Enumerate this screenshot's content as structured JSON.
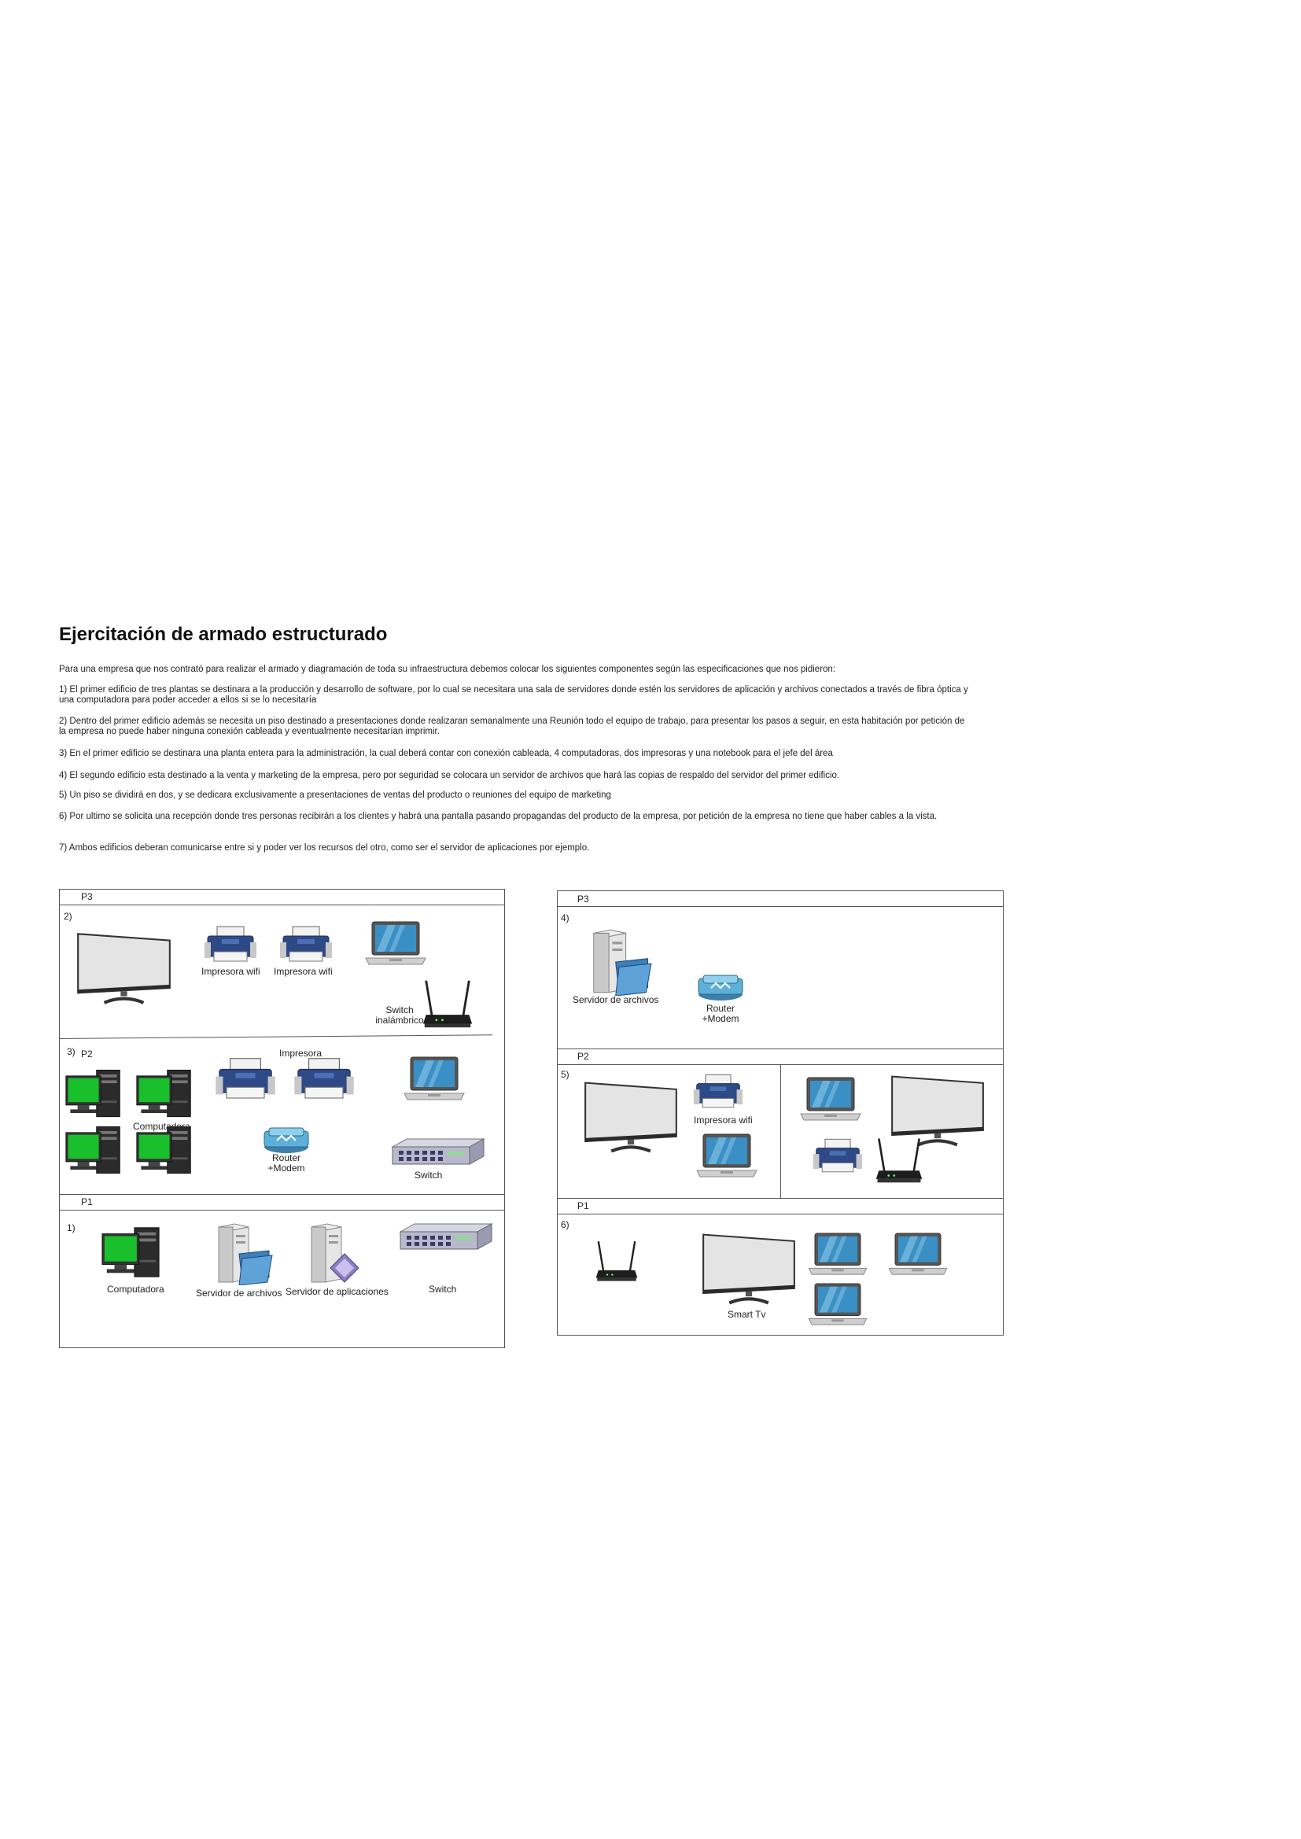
{
  "title": "Ejercitación de armado estructurado",
  "paragraphs": {
    "intro": "Para una empresa que  nos contrató para realizar el armado y diagramación de toda su infraestructura debemos colocar los siguientes componentes según las especificaciones que nos pidieron:",
    "p1": "1) El primer edificio de tres plantas se destinara a la producción y desarrollo de software, por lo cual se necesitara una sala de servidores donde estén los servidores de aplicación y archivos conectados a través de fibra óptica y una computadora para poder acceder a ellos si se lo necesitaría",
    "p2": "2) Dentro del primer edificio además se necesita un piso destinado a presentaciones donde realizaran semanalmente una Reunión todo el equipo de trabajo, para presentar los pasos a seguir, en esta habitación por petición de la empresa no puede haber ninguna conexión cableada y eventualmente necesitarían imprimir.",
    "p3": "3) En el primer edificio se destinara una planta entera para la administración, la cual deberá contar con conexión cableada, 4 computadoras, dos impresoras y una notebook para el jefe del área",
    "p4": "4) El segundo edificio esta destinado a la venta y marketing de la empresa, pero por seguridad se colocara un servidor de archivos que hará las copias de respaldo del servidor del primer edificio.",
    "p5": "5) Un piso se dividirá en dos, y se dedicara exclusivamente a presentaciones de ventas del producto o reuniones del equipo de marketing",
    "p6": "6) Por ultimo se solicita una recepción donde tres personas recibirán a los clientes y habrá una pantalla pasando propagandas del producto de la empresa, por petición de la empresa no tiene que haber cables a la vista.",
    "p7": "7) Ambos edificios deberan comunicarse entre si y poder ver los recursos del otro, como ser el servidor de aplicaciones por ejemplo."
  },
  "building1": {
    "floor3": {
      "label": "P3",
      "number": "2)",
      "printer1": "Impresora wifi",
      "printer2": "Impresora wifi",
      "switch": "Switch inalámbrico"
    },
    "floor2": {
      "label": "P2",
      "number": "3)",
      "printers": "Impresora",
      "computers": "Computadora",
      "router": "Router +Modem",
      "switch": "Switch"
    },
    "floor1": {
      "label": "P1",
      "number": "1)",
      "computer": "Computadora",
      "file_server": "Servidor de archivos",
      "app_server": "Servidor de aplicaciones",
      "switch": "Switch"
    }
  },
  "building2": {
    "floor3": {
      "label": "P3",
      "number": "4)",
      "file_server": "Servidor de archivos",
      "router": "Router +Modem"
    },
    "floor2": {
      "label": "P2",
      "number": "5)",
      "printer": "Impresora wifi"
    },
    "floor1": {
      "label": "P1",
      "number": "6)",
      "tv": "Smart Tv"
    }
  },
  "colors": {
    "screen_green": "#19c02b",
    "printer_blue": "#2e4a86",
    "laptop_screen": "#3a8fc4",
    "border": "#555555"
  }
}
